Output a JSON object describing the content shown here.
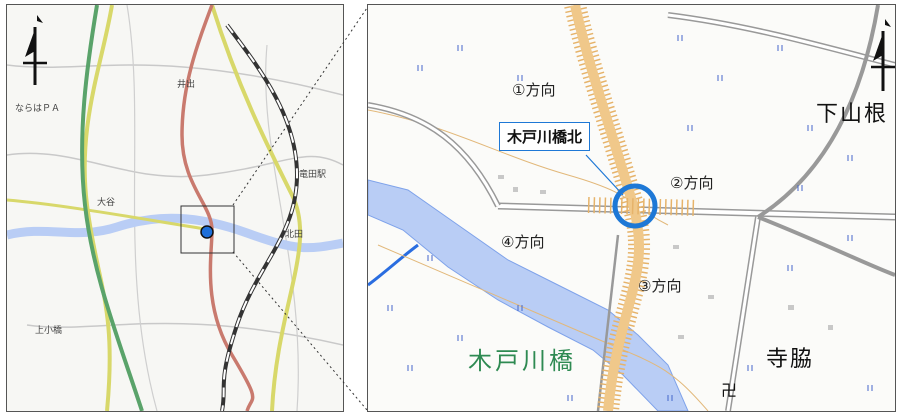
{
  "overview_map": {
    "labels": {
      "pa": "ならはＰＡ",
      "ide": "井出",
      "tatsuta_station": "竜田駅",
      "otani": "大谷",
      "kitada": "北田",
      "kamikobashi": "上小橋"
    },
    "marker_color": "#1e6fd9"
  },
  "detail_map": {
    "callout_label": "木戸川橋北",
    "directions": [
      "①方向",
      "②方向",
      "③方向",
      "④方向"
    ],
    "place_names": {
      "shimoyama": "下山根",
      "jiwaki": "寺脇",
      "river": "木戸川橋"
    },
    "temple_symbol": "卍",
    "highlight_color": "#1e78d6"
  },
  "colors": {
    "expressway": "#5aa36a",
    "national_road": "#c97a6e",
    "railway": "#333333",
    "prefectural_road": "#d8d86a",
    "river": "#b9cdf5",
    "road_tan": "#f0c88a"
  }
}
